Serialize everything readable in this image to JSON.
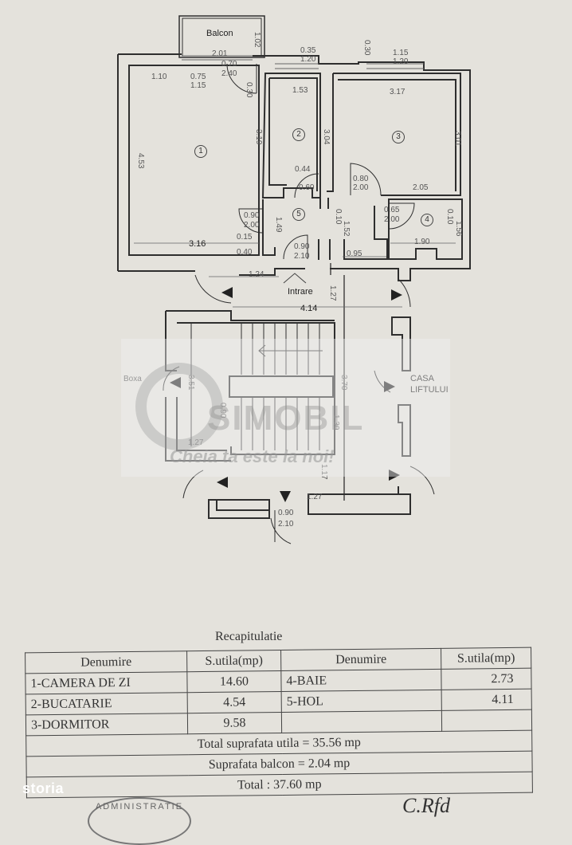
{
  "plan": {
    "rooms": {
      "r1": "1",
      "r2": "2",
      "r3": "3",
      "r4": "4",
      "r5": "5"
    },
    "labels": {
      "balcon": "Balcon",
      "intrare": "Intrare",
      "boxa": "Boxa",
      "casa": "CASA",
      "liftului": "LIFTULUI"
    },
    "dims": {
      "d201": "2.01",
      "d070": "0.70",
      "d240a": "2.40",
      "d110": "1.10",
      "d075": "0.75",
      "d115a": "1.15",
      "d035": "0.35",
      "d120a": "1.20",
      "d115b": "1.15",
      "d120b": "1.20",
      "d102": "1.02",
      "d030": "0.30",
      "d153": "1.53",
      "d317": "3.17",
      "d453": "4.53",
      "d319": "3.19",
      "d304": "3.04",
      "d301": "3.01",
      "d044": "0.44",
      "d060": "0.60",
      "d090a": "0.90",
      "d200a": "2.00",
      "d205": "2.05",
      "d080a": "0.80",
      "d200b": "2.00",
      "d065": "0.65",
      "d200c": "2.00",
      "d149": "1.49",
      "d010": "0.10",
      "d152": "1.52",
      "d010b": "0.10",
      "d156": "1.56",
      "d316": "3.16",
      "d015": "0.15",
      "d040": "0.40",
      "d090b": "0.90",
      "d210a": "2.10",
      "d095": "0.95",
      "d190": "1.90",
      "d124": "1.24",
      "d127a": "1.27",
      "d414": "4.14",
      "d351": "3.51",
      "d090c": "0.90",
      "d127b": "1.27",
      "d130": "1.30",
      "d370": "3.70",
      "d127c": "1.27",
      "d117": "1.17",
      "d090d": "0.90",
      "d210b": "2.10"
    }
  },
  "watermark": {
    "name": "SIMOBIL",
    "tagline": "Cheia ta este la noi!"
  },
  "summary": {
    "title": "Recapitulatie",
    "headers": [
      "Denumire",
      "S.utila(mp)",
      "Denumire",
      "S.utila(mp)"
    ],
    "rows": [
      [
        "1-CAMERA DE ZI",
        "14.60",
        "4-BAIE",
        "2.73"
      ],
      [
        "2-BUCATARIE",
        "4.54",
        "5-HOL",
        "4.11"
      ],
      [
        "3-DORMITOR",
        "9.58",
        "",
        ""
      ]
    ],
    "total_utila": "Total suprafata utila = 35.56 mp",
    "balcon": "Suprafata balcon = 2.04 mp",
    "total": "Total  : 37.60 mp"
  },
  "stamp": "ADMINISTRATIE",
  "signature": "C.Rfd",
  "brand": "storia"
}
